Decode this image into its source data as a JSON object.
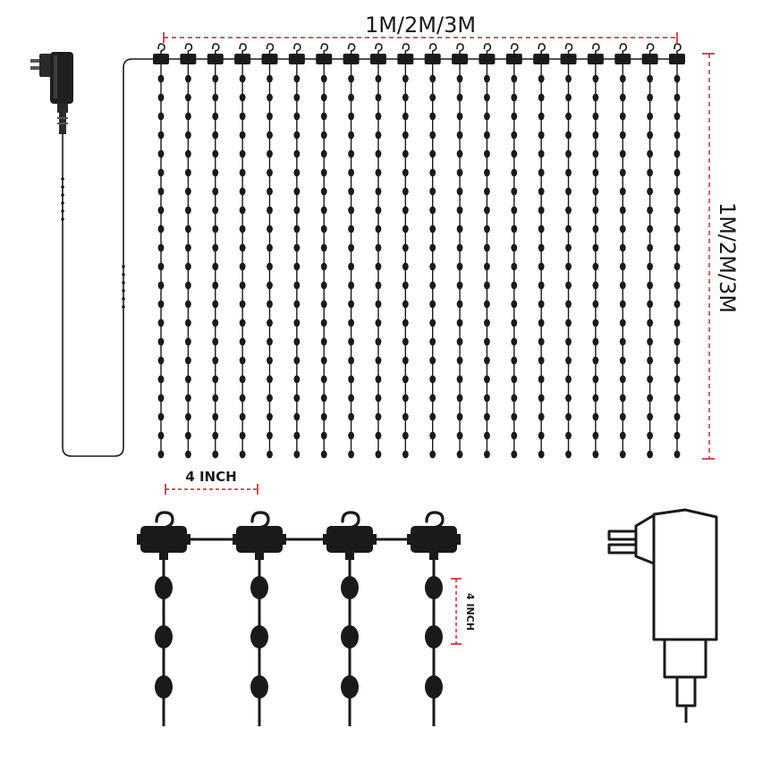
{
  "dimensions": {
    "width_label": "1M/2M/3M",
    "height_label": "1M/2M/3M",
    "strand_spacing_label": "4 INCH",
    "bead_spacing_label": "4 INCH"
  },
  "curtain": {
    "strand_count": 20,
    "beads_per_strand": 21
  },
  "detail": {
    "strand_count": 4,
    "beads_per_strand": 3
  },
  "colors": {
    "line": "#1a1a1a",
    "dimension": "#c8202a"
  },
  "icons": [
    "power-plug-icon",
    "hook-icon",
    "bead-icon",
    "power-adapter-icon"
  ]
}
